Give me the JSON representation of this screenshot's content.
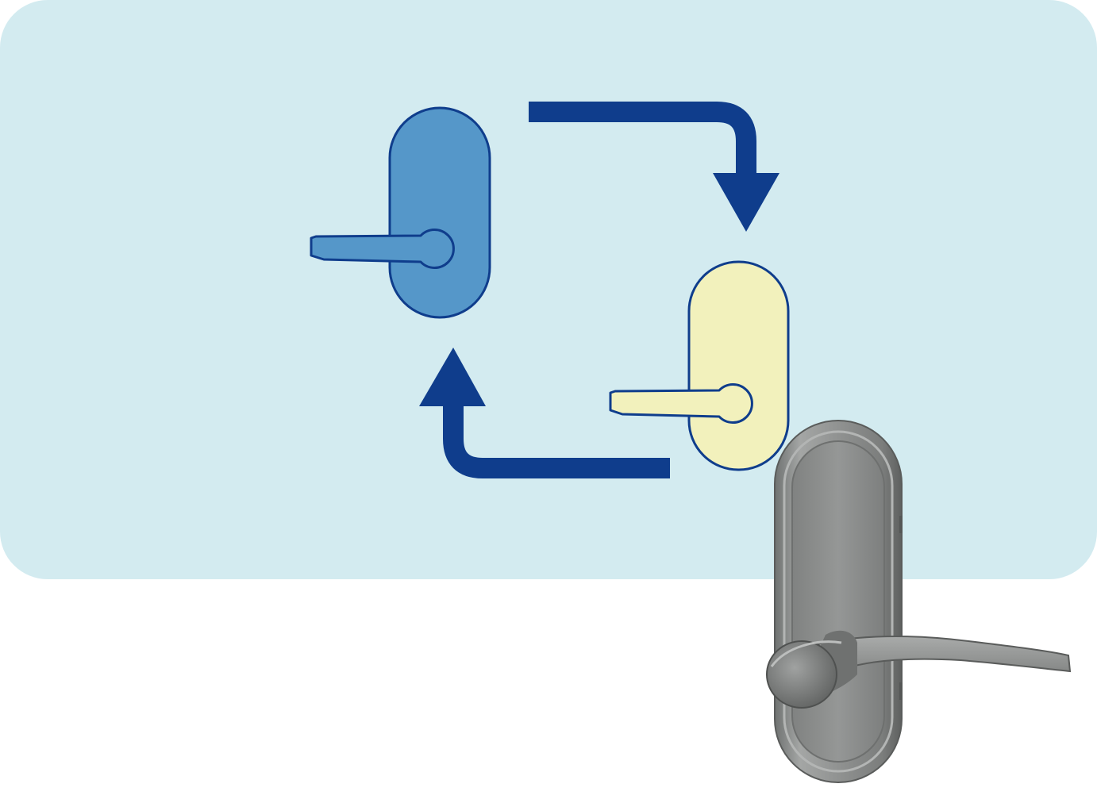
{
  "diagram": {
    "type": "lever-handle-replacement-cycle",
    "colors": {
      "panel_background": "#d3ebf0",
      "arrow": "#0f3d8c",
      "outline": "#0f3d8c",
      "current_handle_fill": "#5597c9",
      "new_handle_fill": "#f2f1bc",
      "metal_handle": "#8b8d8c"
    },
    "items": [
      {
        "id": "current-lever-handle",
        "icon": "lever-handle-icon",
        "fill": "blue"
      },
      {
        "id": "replacement-lever-handle",
        "icon": "lever-handle-icon",
        "fill": "yellow"
      },
      {
        "id": "metal-lever-handle-photo",
        "icon": "door-lever-handle-illustration"
      }
    ],
    "arrows": [
      {
        "from": "current-lever-handle",
        "to": "replacement-lever-handle",
        "icon": "arrow-down-right-icon"
      },
      {
        "from": "replacement-lever-handle",
        "to": "current-lever-handle",
        "icon": "arrow-up-left-icon"
      }
    ]
  }
}
